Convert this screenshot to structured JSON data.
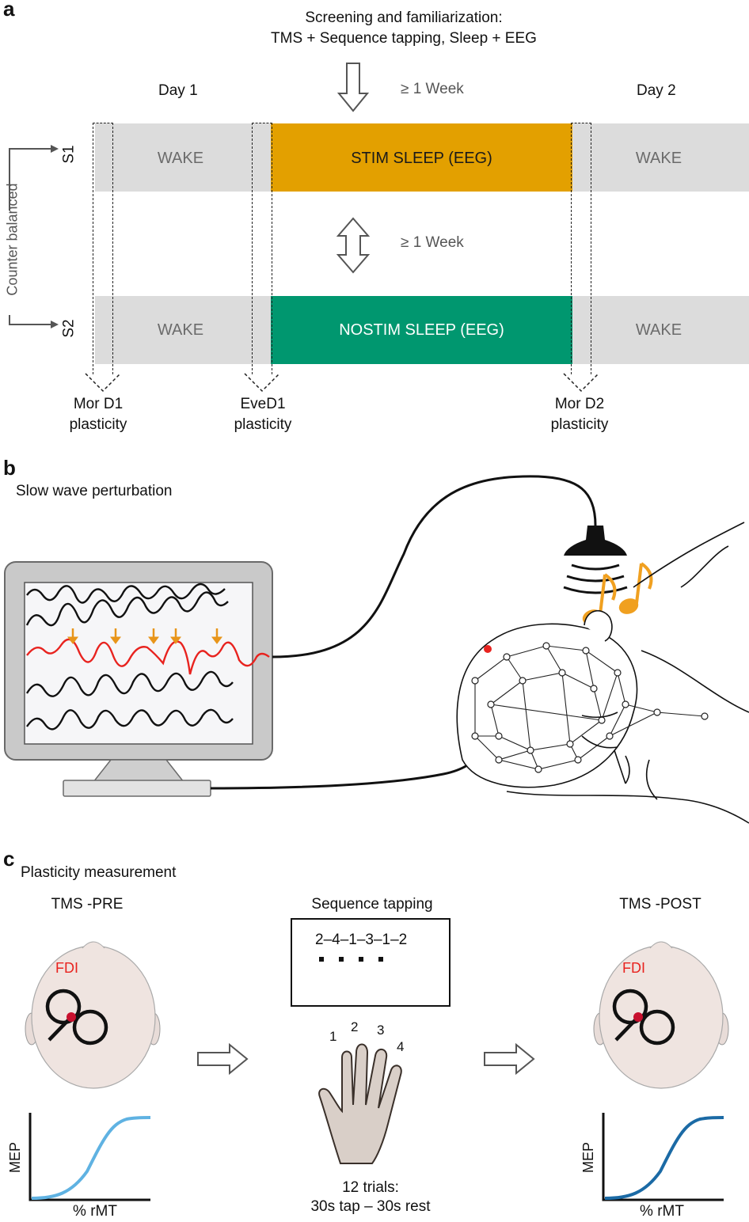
{
  "panel_a": {
    "letter": "a",
    "header_line1": "Screening and familiarization:",
    "header_line2": "TMS + Sequence tapping, Sleep + EEG",
    "week_top": "≥ 1 Week",
    "week_mid": "≥ 1 Week",
    "day1": "Day 1",
    "day2": "Day 2",
    "counter_balanced": "Counter balanced",
    "s1": "S1",
    "s2": "S2",
    "wake": "WAKE",
    "stim_sleep": "STIM SLEEP (EEG)",
    "nostim_sleep": "NOSTIM SLEEP (EEG)",
    "mor_d1_line1": "Mor D1",
    "mor_d1_line2": "plasticity",
    "eve_d1_line1": "EveD1",
    "eve_d1_line2": "plasticity",
    "mor_d2_line1": "Mor D2",
    "mor_d2_line2": "plasticity",
    "colors": {
      "wake_band": "#dcdcdc",
      "stim": "#e3a000",
      "nostim": "#00976f"
    }
  },
  "panel_b": {
    "letter": "b",
    "title": "Slow wave perturbation",
    "colors": {
      "stim_trace": "#e8231f",
      "arrow": "#e8951a",
      "note": "#f0a020"
    }
  },
  "panel_c": {
    "letter": "c",
    "title": "Plasticity measurement",
    "tms_pre": "TMS -PRE",
    "tms_post": "TMS -POST",
    "fdi": "FDI",
    "sequence_tapping": "Sequence tapping",
    "sequence": "2–4–1–3–1–2",
    "finger_labels": [
      "1",
      "2",
      "3",
      "4"
    ],
    "trials_line1": "12 trials:",
    "trials_line2": "30s tap – 30s rest",
    "mep": "MEP",
    "rmt": "% rMT",
    "colors": {
      "pre_curve": "#5fb2e2",
      "post_curve": "#1b6aa5",
      "fdi": "#e8231f"
    }
  }
}
